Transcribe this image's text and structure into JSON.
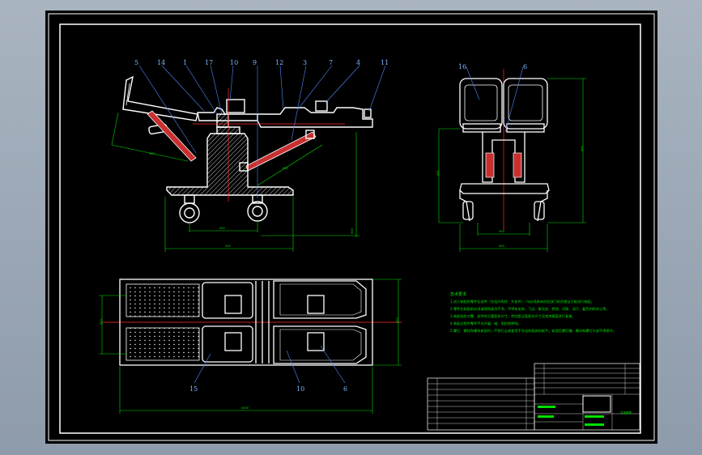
{
  "side_view_labels": [
    "5",
    "14",
    "1",
    "17",
    "10",
    "9",
    "12",
    "3",
    "7",
    "4",
    "11"
  ],
  "front_view_labels": [
    "16",
    "6"
  ],
  "top_view_labels": [
    "15",
    "10",
    "6"
  ],
  "notes": {
    "heading": "技术要求",
    "lines": [
      "1.进入装配的零件及部件（包括外购件、外协件），均必须具有检验部门的合格证方能进行装配。",
      "2.零件在装配前必须清理和清洗干净，不得有毛刺、飞边、氧化皮、锈蚀、切屑、油污、着色剂和灰尘等。",
      "3.装配前应对零、部件的主要配合尺寸，特别是过盈配合尺寸及相关精度进行复查。",
      "4.装配过程中零件不允许磕、碰、划伤和锈蚀。",
      "5.螺钉、螺栓和螺母紧固时，严禁打击或使用不合适的旋具和扳手。紧固后螺钉槽、螺母和螺钉头部不得损坏。"
    ]
  },
  "title_block": {
    "drawing_name": "总装配图"
  },
  "colors": {
    "sheet": "#000000",
    "outline": "#ffffff",
    "dimension": "#00e000",
    "centerline": "#ff2a2a",
    "label": "#7ab8ff"
  }
}
